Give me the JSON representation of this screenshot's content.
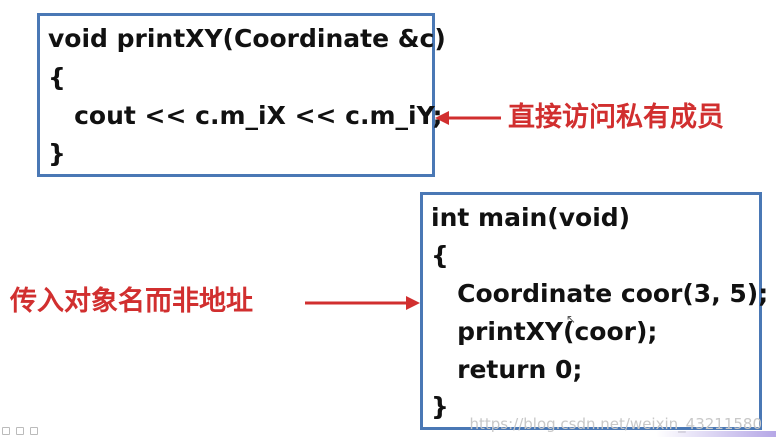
{
  "code_box_1": {
    "lines": [
      "void printXY(Coordinate &c)",
      "{",
      "   cout << c.m_iX << c.m_iY;",
      "}"
    ]
  },
  "code_box_2": {
    "lines": [
      "int main(void)",
      "{",
      "   Coordinate coor(3, 5);",
      "   printXY(coor);",
      "   return 0;",
      "}"
    ]
  },
  "callouts": {
    "direct_access": "直接访问私有成员",
    "pass_object_name": "传入对象名而非地址"
  },
  "watermark": "https://blog.csdn.net/weixin_43211580",
  "colors": {
    "box_border": "#4a78b5",
    "callout_text": "#d12f2f",
    "arrow": "#d12f2f"
  },
  "icons": [
    "left-arrow-icon",
    "right-arrow-icon",
    "mouse-cursor-icon"
  ]
}
